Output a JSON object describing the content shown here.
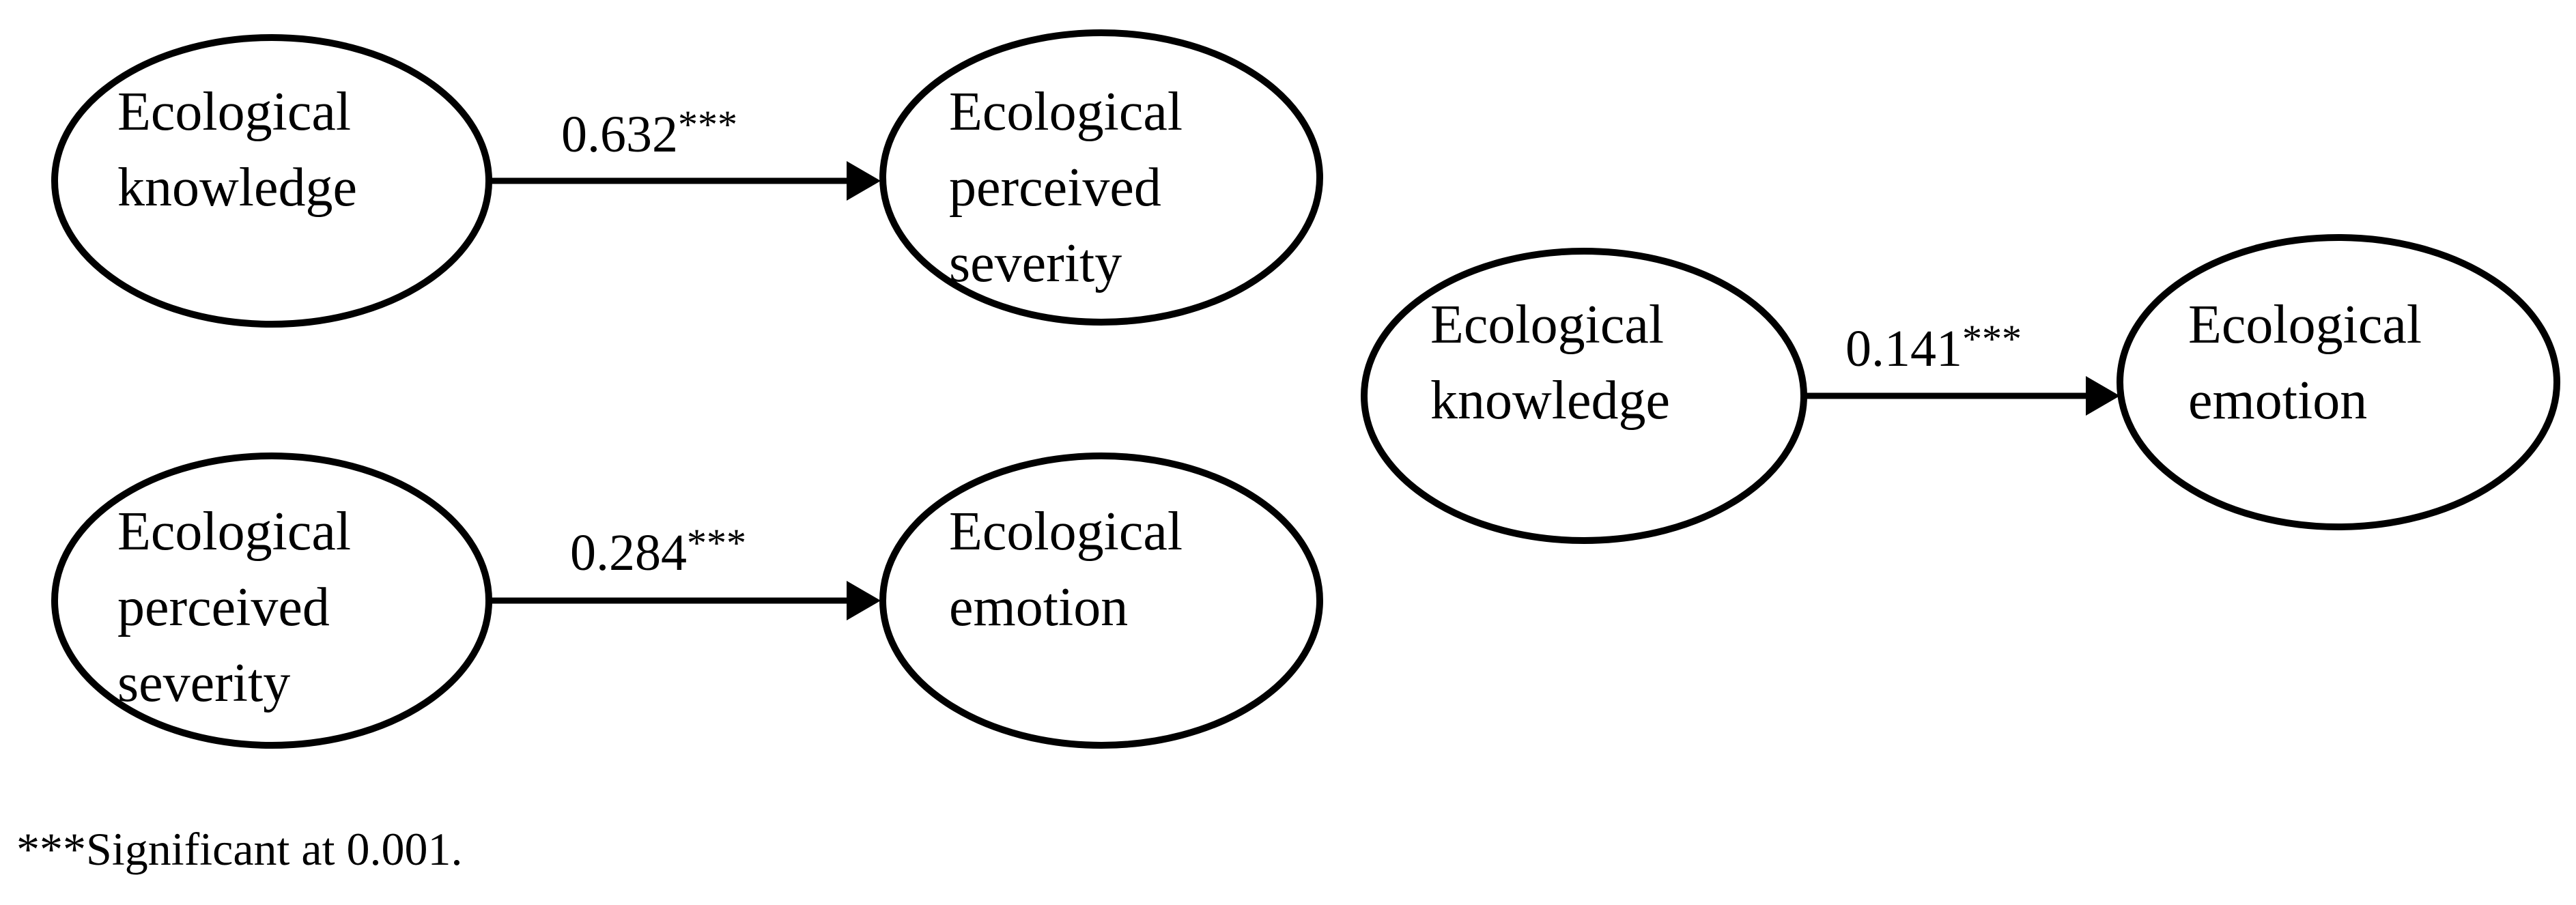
{
  "diagrams": [
    {
      "source": [
        "Ecological",
        "knowledge"
      ],
      "target": [
        "Ecological",
        "perceived",
        "severity"
      ],
      "coefficient": "0.632",
      "significance": "***"
    },
    {
      "source": [
        "Ecological",
        "perceived",
        "severity"
      ],
      "target": [
        "Ecological",
        "emotion"
      ],
      "coefficient": "0.284",
      "significance": "***"
    },
    {
      "source": [
        "Ecological",
        "knowledge"
      ],
      "target": [
        "Ecological",
        "emotion"
      ],
      "coefficient": "0.141",
      "significance": "***"
    }
  ],
  "footnote": "***Significant at 0.001.",
  "colors": {
    "stroke": "#000000",
    "fill": "#ffffff"
  }
}
